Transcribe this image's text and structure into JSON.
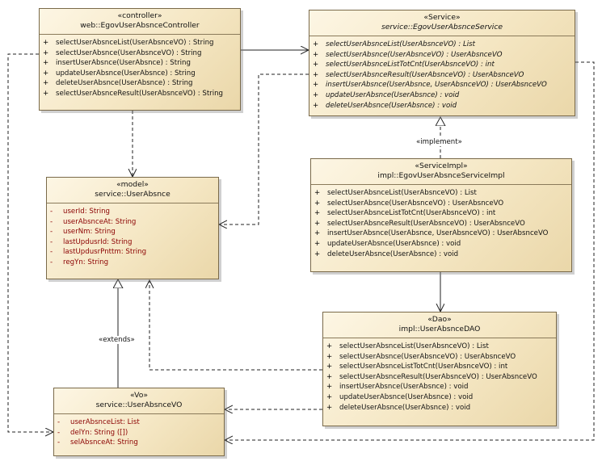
{
  "classes": {
    "controller": {
      "stereotype": "«controller»",
      "name": "web::EgovUserAbsnceController",
      "members": [
        {
          "v": "+",
          "t": "selectUserAbsnceList(UserAbsnceVO) : String"
        },
        {
          "v": "+",
          "t": "selectUserAbsnce(UserAbsnceVO) : String"
        },
        {
          "v": "+",
          "t": "insertUserAbsnce(UserAbsnce) : String"
        },
        {
          "v": "+",
          "t": "updateUserAbsnce(UserAbsnce) : String"
        },
        {
          "v": "+",
          "t": "deleteUserAbsnce(UserAbsnce) : String"
        },
        {
          "v": "+",
          "t": "selectUserAbsnceResult(UserAbsnceVO) : String"
        }
      ]
    },
    "service": {
      "stereotype": "«Service»",
      "name": "service::EgovUserAbsnceService",
      "members": [
        {
          "v": "+",
          "t": "selectUserAbsnceList(UserAbsnceVO) : List"
        },
        {
          "v": "+",
          "t": "selectUserAbsnce(UserAbsnceVO) : UserAbsnceVO"
        },
        {
          "v": "+",
          "t": "selectUserAbsnceListTotCnt(UserAbsnceVO) : int"
        },
        {
          "v": "+",
          "t": "selectUserAbsnceResult(UserAbsnceVO) : UserAbsnceVO"
        },
        {
          "v": "+",
          "t": "insertUserAbsnce(UserAbsnce, UserAbsnceVO) : UserAbsnceVO"
        },
        {
          "v": "+",
          "t": "updateUserAbsnce(UserAbsnce) : void"
        },
        {
          "v": "+",
          "t": "deleteUserAbsnce(UserAbsnce) : void"
        }
      ]
    },
    "model": {
      "stereotype": "«model»",
      "name": "service::UserAbsnce",
      "members": [
        {
          "v": "-",
          "t": "userId:  String"
        },
        {
          "v": "-",
          "t": "userAbsnceAt:  String"
        },
        {
          "v": "-",
          "t": "userNm:  String"
        },
        {
          "v": "-",
          "t": "lastUpdusrId:  String"
        },
        {
          "v": "-",
          "t": "lastUpdusrPnttm:  String"
        },
        {
          "v": "-",
          "t": "regYn:  String"
        }
      ]
    },
    "impl": {
      "stereotype": "«ServiceImpl»",
      "name": "impl::EgovUserAbsnceServiceImpl",
      "members": [
        {
          "v": "+",
          "t": "selectUserAbsnceList(UserAbsnceVO) : List"
        },
        {
          "v": "+",
          "t": "selectUserAbsnce(UserAbsnceVO) : UserAbsnceVO"
        },
        {
          "v": "+",
          "t": "selectUserAbsnceListTotCnt(UserAbsnceVO) : int"
        },
        {
          "v": "+",
          "t": "selectUserAbsnceResult(UserAbsnceVO) : UserAbsnceVO"
        },
        {
          "v": "+",
          "t": "insertUserAbsnce(UserAbsnce, UserAbsnceVO) : UserAbsnceVO"
        },
        {
          "v": "+",
          "t": "updateUserAbsnce(UserAbsnce) : void"
        },
        {
          "v": "+",
          "t": "deleteUserAbsnce(UserAbsnce) : void"
        }
      ]
    },
    "dao": {
      "stereotype": "«Dao»",
      "name": "impl::UserAbsnceDAO",
      "members": [
        {
          "v": "+",
          "t": "selectUserAbsnceList(UserAbsnceVO) : List"
        },
        {
          "v": "+",
          "t": "selectUserAbsnce(UserAbsnceVO) : UserAbsnceVO"
        },
        {
          "v": "+",
          "t": "selectUserAbsnceListTotCnt(UserAbsnceVO) : int"
        },
        {
          "v": "+",
          "t": "selectUserAbsnceResult(UserAbsnceVO) : UserAbsnceVO"
        },
        {
          "v": "+",
          "t": "insertUserAbsnce(UserAbsnce) : void"
        },
        {
          "v": "+",
          "t": "updateUserAbsnce(UserAbsnce) : void"
        },
        {
          "v": "+",
          "t": "deleteUserAbsnce(UserAbsnce) : void"
        }
      ]
    },
    "vo": {
      "stereotype": "«Vo»",
      "name": "service::UserAbsnceVO",
      "members": [
        {
          "v": "-",
          "t": "userAbsnceList:  List"
        },
        {
          "v": "-",
          "t": "delYn:  String ([])"
        },
        {
          "v": "-",
          "t": "selAbsnceAt:  String"
        }
      ]
    }
  },
  "labels": {
    "implement": "«implement»",
    "extends": "«extends»"
  }
}
